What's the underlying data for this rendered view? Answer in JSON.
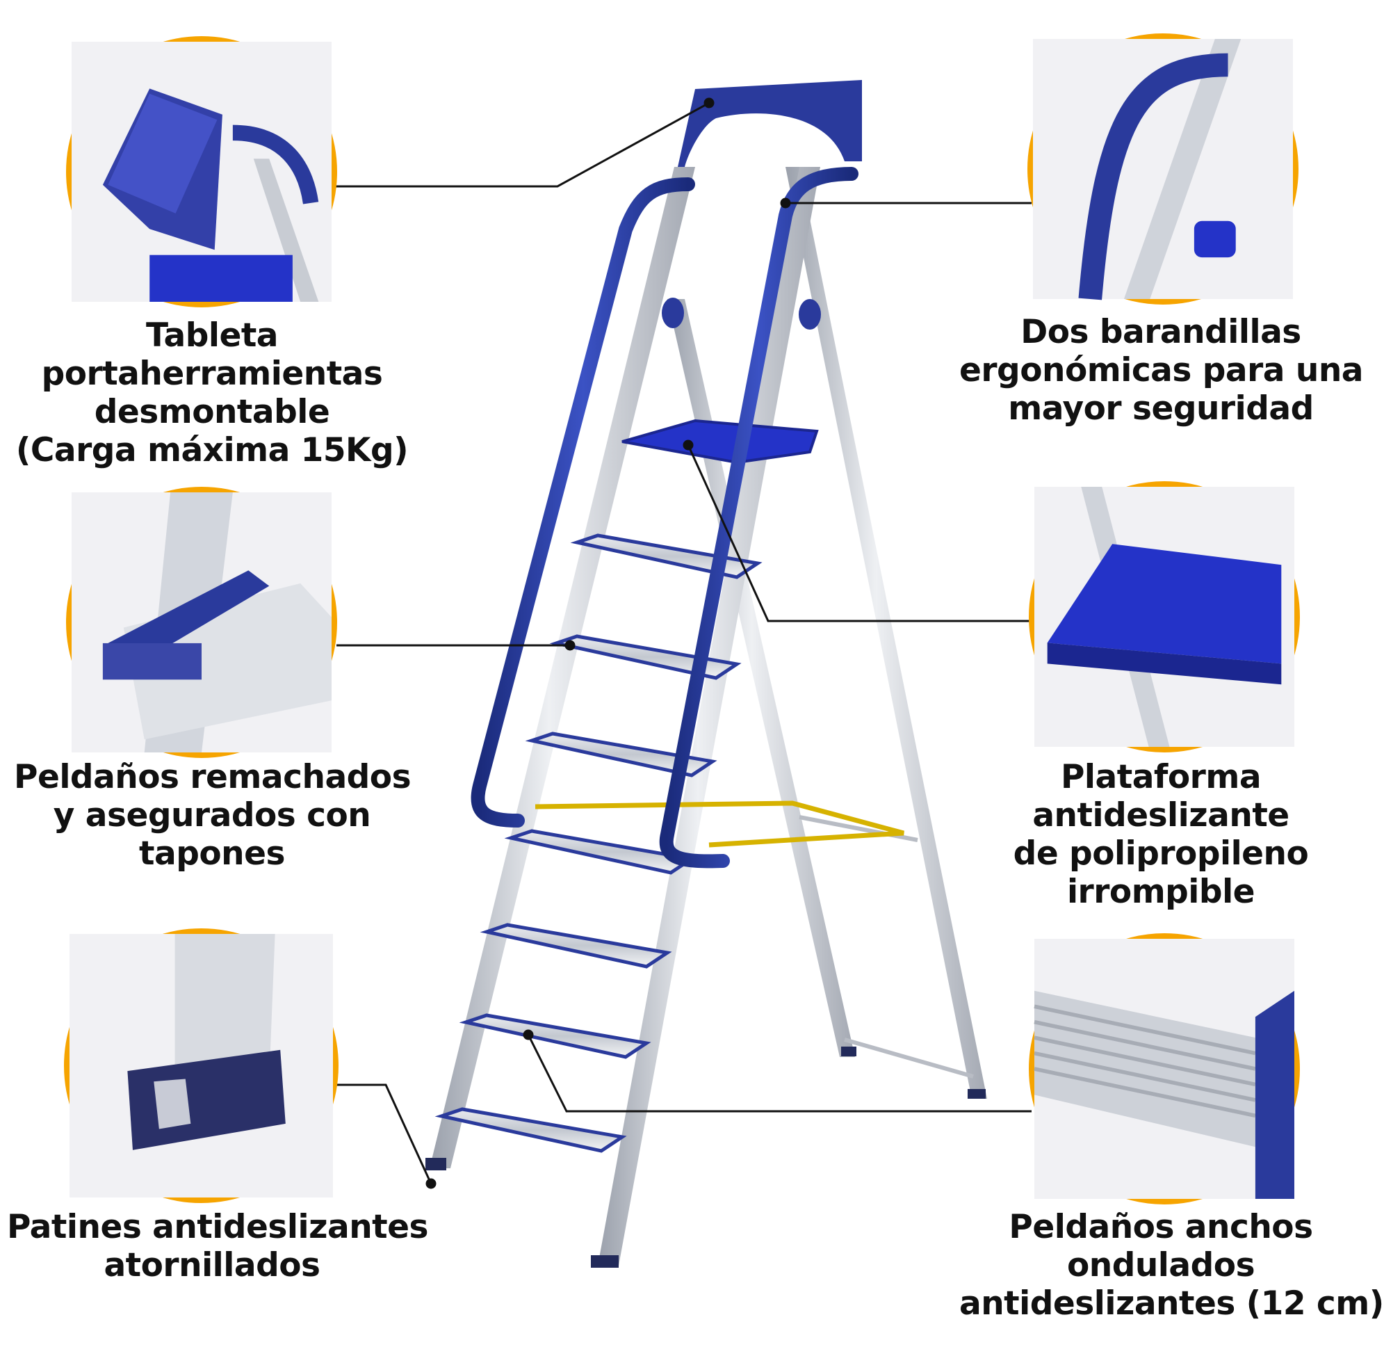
{
  "colors": {
    "accent_ring": "#f6a400",
    "ladder_blue": "#2a3a9c",
    "platform_blue": "#2433c8",
    "aluminum": "#cfd3da",
    "strap_yellow": "#d6b200",
    "text": "#111111"
  },
  "callouts": [
    {
      "id": "tool-tray",
      "lines": [
        "Tableta",
        "portaherramientas",
        "desmontable",
        "(Carga máxima 15Kg)"
      ]
    },
    {
      "id": "handrails",
      "lines": [
        "Dos barandillas",
        "ergonómicas para una",
        "mayor seguridad"
      ]
    },
    {
      "id": "riveted-steps",
      "lines": [
        "Peldaños remachados",
        "y asegurados con",
        "tapones"
      ]
    },
    {
      "id": "platform",
      "lines": [
        "Plataforma",
        "antideslizante",
        "de polipropileno",
        "irrompible"
      ]
    },
    {
      "id": "feet",
      "lines": [
        "Patines antideslizantes",
        "atornillados"
      ]
    },
    {
      "id": "wide-steps",
      "lines": [
        "Peldaños anchos",
        "ondulados",
        "antideslizantes (12 cm)"
      ]
    }
  ]
}
